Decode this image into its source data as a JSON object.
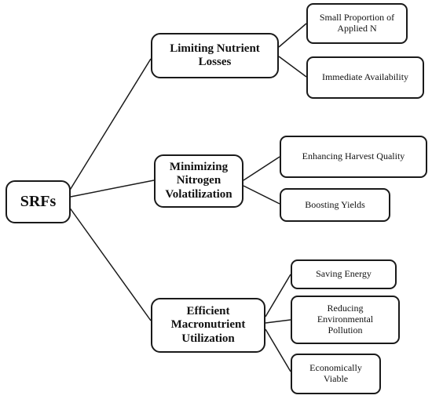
{
  "diagram": {
    "root": {
      "label": "SRFs"
    },
    "branches": [
      {
        "label": "Limiting Nutrient\nLosses",
        "leaves": [
          {
            "label": "Small Proportion of\nApplied N"
          },
          {
            "label": "Immediate Availability"
          }
        ]
      },
      {
        "label": "Minimizing\nNitrogen\nVolatilization",
        "leaves": [
          {
            "label": "Enhancing Harvest Quality"
          },
          {
            "label": "Boosting Yields"
          }
        ]
      },
      {
        "label": "Efficient\nMacronutrient\nUtilization",
        "leaves": [
          {
            "label": "Saving Energy"
          },
          {
            "label": "Reducing\nEnvironmental\nPollution"
          },
          {
            "label": "Economically\nViable"
          }
        ]
      }
    ]
  },
  "colors": {
    "stroke": "#1a1a1a",
    "background": "#ffffff",
    "text": "#111111"
  }
}
